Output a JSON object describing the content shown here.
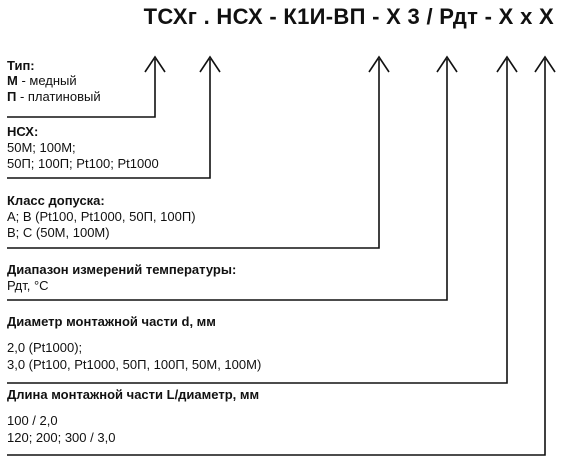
{
  "code": {
    "text": "ТСХг . НСХ - К1И-ВП - Х 3 / Рдт - Х х Х"
  },
  "sections": {
    "type": {
      "title": "Тип:",
      "lines": [
        {
          "key": "М",
          "rest": " - медный"
        },
        {
          "key": "П",
          "rest": " - платиновый"
        }
      ]
    },
    "nsh": {
      "title": "НСХ:",
      "lines": [
        "50М; 100М;",
        "50П; 100П; Pt100; Pt1000"
      ]
    },
    "class": {
      "title": "Класс допуска:",
      "lines": [
        "А; В (Pt100, Pt1000, 50П, 100П)",
        "В; С (50М, 100М)"
      ]
    },
    "range": {
      "title": "Диапазон измерений температуры:",
      "lines": [
        "Рдт, °С"
      ]
    },
    "diameter": {
      "title": "Диаметр монтажной части d, мм",
      "lines": [
        "2,0 (Pt1000);",
        "3,0 (Pt100, Pt1000, 50П, 100П, 50М, 100М)"
      ]
    },
    "length": {
      "title": "Длина монтажной части L/диаметр, мм",
      "lines": [
        "100 / 2,0",
        "120; 200; 300 / 3,0"
      ]
    }
  }
}
